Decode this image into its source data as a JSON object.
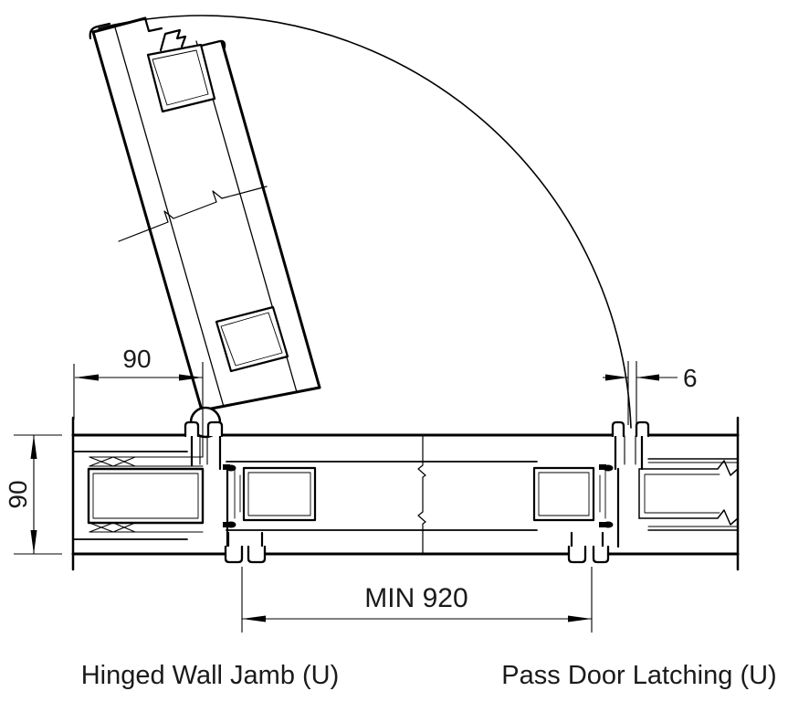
{
  "diagram": {
    "type": "architectural-plan-detail",
    "subject": "pass door in partition wall, hinge and latch jamb sections with door swing arc",
    "dimensions": {
      "hinge_offset": "90",
      "latch_gap": "6",
      "wall_thickness": "90",
      "clear_opening": "MIN 920"
    },
    "labels": {
      "left": "Hinged Wall Jamb (U)",
      "right": "Pass Door Latching (U)"
    },
    "colors": {
      "line": "#000000",
      "background": "#ffffff"
    }
  }
}
